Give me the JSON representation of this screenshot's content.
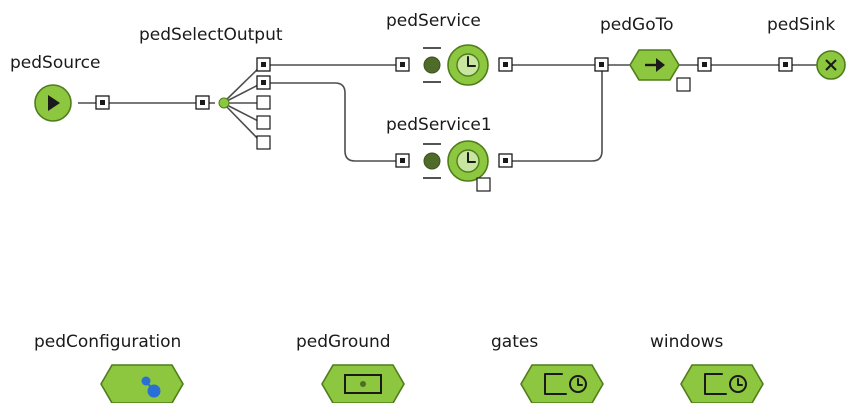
{
  "blocks": {
    "pedSource": {
      "label": "pedSource",
      "icon": "play-icon"
    },
    "pedSelectOutput": {
      "label": "pedSelectOutput",
      "icon": "branch-dot-icon"
    },
    "pedService": {
      "label": "pedService",
      "icon": "clock-icon"
    },
    "pedService1": {
      "label": "pedService1",
      "icon": "clock-icon"
    },
    "pedGoTo": {
      "label": "pedGoTo",
      "icon": "arrow-right-icon"
    },
    "pedSink": {
      "label": "pedSink",
      "icon": "close-icon"
    }
  },
  "space_markup": {
    "pedConfiguration": {
      "label": "pedConfiguration",
      "icon": "molecule-icon"
    },
    "pedGround": {
      "label": "pedGround",
      "icon": "ground-rect-icon"
    },
    "gates": {
      "label": "gates",
      "icon": "schedule-clock-icon"
    },
    "windows": {
      "label": "windows",
      "icon": "schedule-clock-icon"
    }
  },
  "colors": {
    "block_green": "#8dc63f",
    "block_border": "#4f7d1b",
    "wire": "#4d4d4d",
    "port": "#1a1a1a"
  }
}
